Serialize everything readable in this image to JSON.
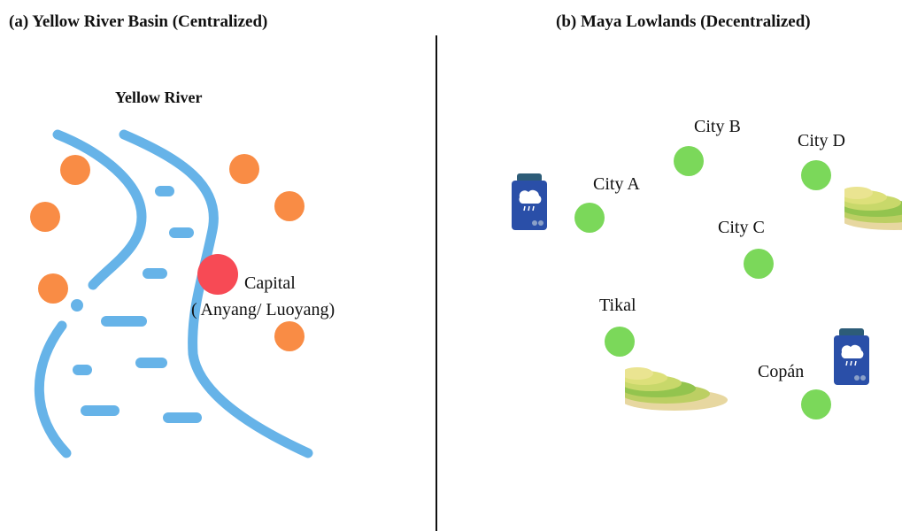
{
  "panel_a": {
    "title": "(a) Yellow River Basin (Centralized)",
    "river_label": "Yellow River",
    "capital_label_line1": "Capital",
    "capital_label_line2": "( Anyang/ Luoyang)",
    "colors": {
      "river": "#66b3e8",
      "settlement": "#f98c45",
      "capital": "#f74a55"
    }
  },
  "panel_b": {
    "title": "(b) Maya Lowlands (Decentralized)",
    "cities": [
      "City A",
      "City B",
      "City C",
      "City D",
      "Tikal",
      "Copán"
    ],
    "icons": [
      "rain-gauge-icon",
      "terraced-field-icon"
    ],
    "colors": {
      "city": "#7bd85a",
      "gauge": "#2a4fa8",
      "gauge_cap": "#2d5c78"
    }
  }
}
